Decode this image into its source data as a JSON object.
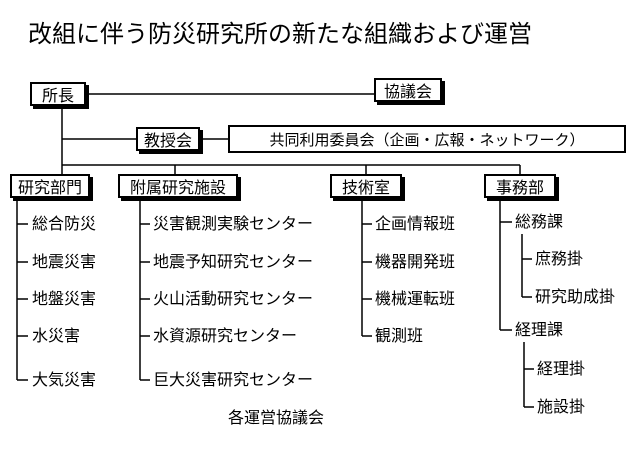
{
  "title": "改組に伴う防災研究所の新たな組織および運営",
  "top": {
    "director": "所長",
    "council": "協議会",
    "faculty_meeting": "教授会",
    "joint_committee": "共同利用委員会（企画・広報・ネットワーク）"
  },
  "departments": [
    {
      "name": "研究部門",
      "items": [
        "総合防災",
        "地震災害",
        "地盤災害",
        "水災害",
        "大気災害"
      ]
    },
    {
      "name": "附属研究施設",
      "items": [
        "災害観測実験センター",
        "地震予知研究センター",
        "火山活動研究センター",
        "水資源研究センター",
        "巨大災害研究センター"
      ]
    },
    {
      "name": "技術室",
      "items": [
        "企画情報班",
        "機器開発班",
        "機械運転班",
        "観測班"
      ]
    },
    {
      "name": "事務部",
      "groups": [
        {
          "name": "総務課",
          "items": [
            "庶務掛",
            "研究助成掛"
          ]
        },
        {
          "name": "経理課",
          "items": [
            "経理掛",
            "施設掛"
          ]
        }
      ]
    }
  ],
  "footer": "各運営協議会"
}
